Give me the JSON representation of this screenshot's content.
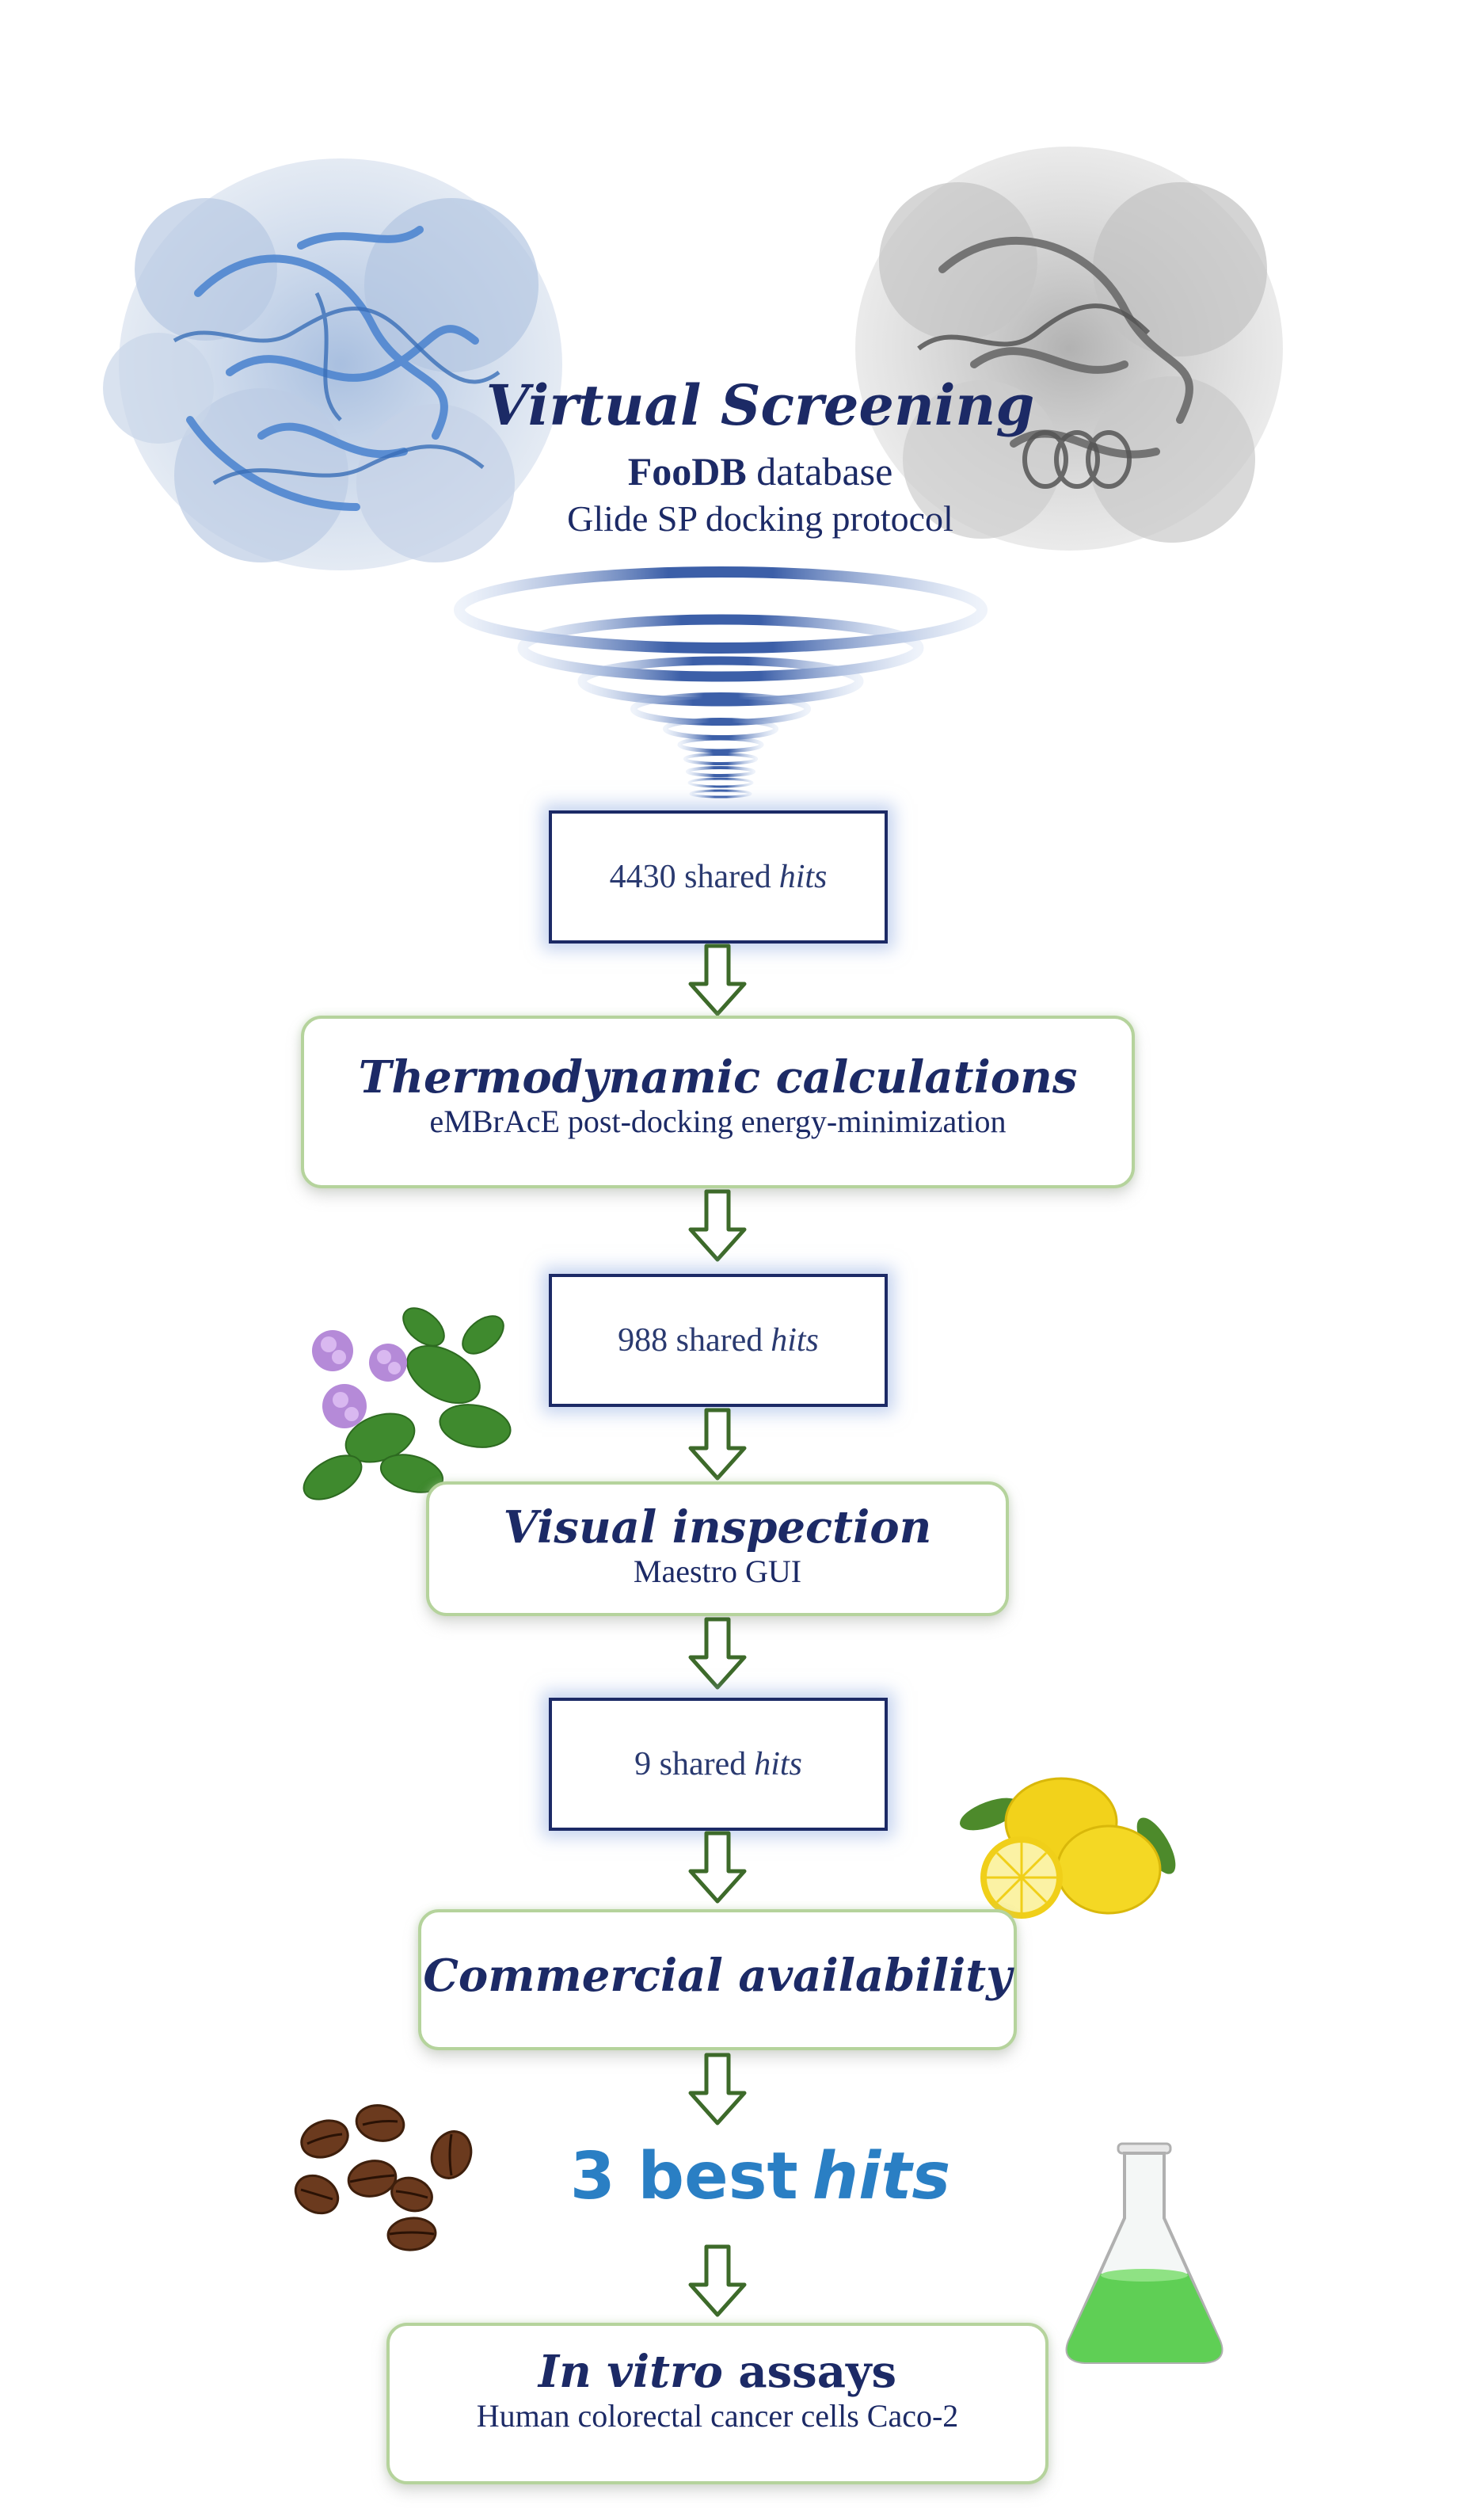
{
  "header": {
    "title": "Virtual Screening",
    "database_bold": "FooDB",
    "database_rest": " database",
    "protocol": "Glide SP docking protocol"
  },
  "hits": [
    {
      "count": "4430 shared",
      "word": "hits"
    },
    {
      "count": "988 shared",
      "word": "hits"
    },
    {
      "count": "9 shared",
      "word": "hits"
    }
  ],
  "steps": {
    "thermo": {
      "title": "Thermodynamic calculations",
      "subtitle": "eMBrAcE post-docking energy-minimization"
    },
    "visual": {
      "title": "Visual inspection",
      "subtitle": "Maestro GUI"
    },
    "commercial": {
      "title": "Commercial availability"
    },
    "invitro": {
      "title_italic": "In vitro",
      "title_rest": " assays",
      "subtitle": "Human colorectal cancer cells Caco-2"
    }
  },
  "best": {
    "prefix": "3 best",
    "word": "hits"
  },
  "colors": {
    "navy": "#1c2a66",
    "green_border": "#b5d39c",
    "best_blue": "#2a7fc4",
    "protein_left": "#6d9bd6",
    "protein_right": "#8a8a8a"
  },
  "icons": [
    "protein-blue-structure-icon",
    "protein-gray-structure-icon",
    "funnel-icon",
    "mint-plant-icon",
    "lemon-icon",
    "coffee-beans-icon",
    "flask-icon",
    "down-arrow-icon"
  ]
}
